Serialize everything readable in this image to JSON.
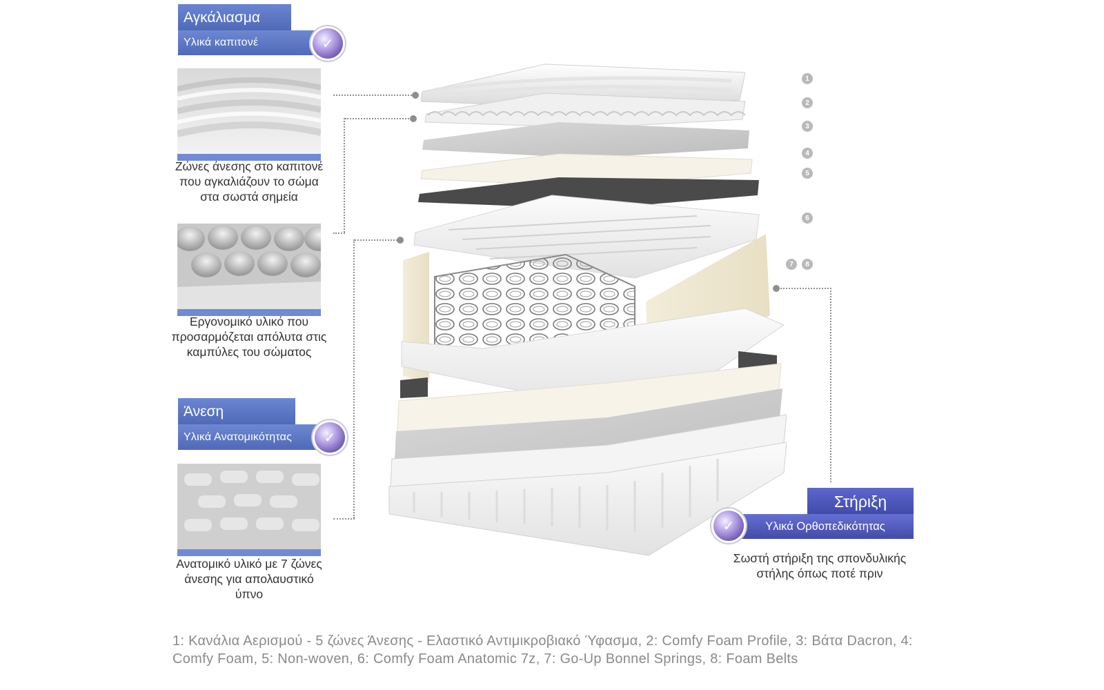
{
  "left_top": {
    "title": "Αγκάλιασμα",
    "subtitle": "Υλικά καπιτονέ",
    "badge_icon": "check-circle-icon"
  },
  "left_bottom": {
    "title": "Άνεση",
    "subtitle": "Υλικά Ανατομικότητας",
    "badge_icon": "check-circle-icon"
  },
  "descriptions": {
    "d1": "Ζώνες άνεσης στο καπιτονέ που αγκαλιάζουν το σώμα στα σωστά σημεία",
    "d2": "Εργονομικό υλικό που προσαρμόζεται απόλυτα στις καμπύλες του σώματος",
    "d3": "Ανατομικό υλικό με 7 ζώνες άνεσης για απολαυστικό ύπνο"
  },
  "right": {
    "title": "Στήριξη",
    "subtitle": "Υλικά Ορθοπεδικότητας",
    "badge_icon": "check-circle-icon",
    "description": "Σωστή στήριξη της σπονδυλικής στήλης όπως ποτέ πριν"
  },
  "markers": [
    "1",
    "2",
    "3",
    "4",
    "5",
    "6",
    "7",
    "8"
  ],
  "footer": "1: Κανάλια Αερισμού - 5 ζώνες Άνεσης - Ελαστικό Αντιμικροβιακό Ύφασμα, 2: Comfy Foam Profile, 3: Βάτα Dacron, 4: Comfy Foam, 5: Non-woven, 6: Comfy Foam Anatomic 7z, 7: Go-Up Bonnel Springs, 8: Foam Belts",
  "colors": {
    "panel_blue": "#5a76c4",
    "support_blue": "#4b55b6",
    "swatch_bar": "#6f8ad6",
    "marker_grey": "#b9b9b9"
  }
}
